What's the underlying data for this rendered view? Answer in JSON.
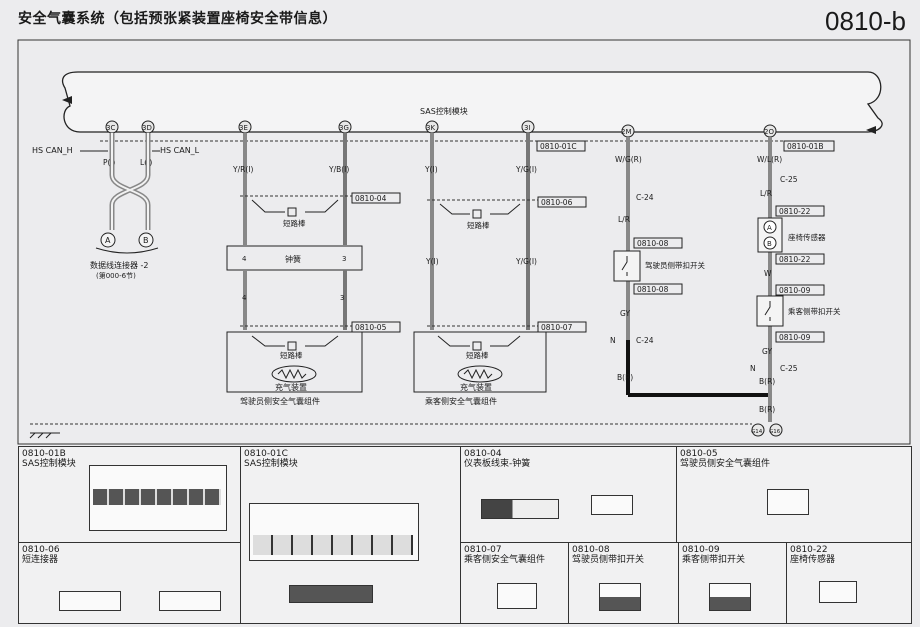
{
  "header": {
    "title": "安全气囊系统（包括预张紧装置座椅安全带信息）",
    "page_code": "0810-b"
  },
  "diagram": {
    "module_label": "SAS控制模块",
    "pins": [
      "3C",
      "3D",
      "3E",
      "3G",
      "3K",
      "3I",
      "2M",
      "2O"
    ],
    "can_h": "HS CAN_H",
    "can_l": "HS CAN_L",
    "wire_p": "P(I)",
    "wire_l": "L(I)",
    "conn_a": "A",
    "conn_b": "B",
    "data_conn": "数据线连接器 -2",
    "data_conn_ref": "(第000-6节)",
    "wires_drv": [
      "Y/R(I)",
      "Y/B(I)"
    ],
    "wires_pass": [
      "Y(I)",
      "Y/G(I)"
    ],
    "refs": [
      "0810-01C",
      "0810-04",
      "0810-06",
      "0810-05",
      "0810-07",
      "0810-01B",
      "0810-08",
      "0810-08",
      "0810-22",
      "0810-22",
      "0810-09",
      "0810-09"
    ],
    "short_bar": "短路棒",
    "clock_spring": "钟簧",
    "pin4": "4",
    "pin3": "3",
    "inflator": "充气装置",
    "drv_airbag": "驾驶员侧安全气囊组件",
    "pass_airbag": "乘客侧安全气囊组件",
    "wgr": "W/G(R)",
    "c24": "C-24",
    "lr": "L/R",
    "gy": "GY",
    "n": "N",
    "br": "B(R)",
    "drv_buckle": "驾驶员侧带扣开关",
    "wlr": "W/L(R)",
    "c25": "C-25",
    "seat_sensor": "座椅传感器",
    "w": "W",
    "pass_buckle": "乘客侧带扣开关",
    "ground1": "G14",
    "ground2": "G16"
  },
  "panels": [
    {
      "code": "0810-01B",
      "name": "SAS控制模块"
    },
    {
      "code": "0810-01C",
      "name": "SAS控制模块"
    },
    {
      "code": "0810-04",
      "name": "仪表板线束-钟簧"
    },
    {
      "code": "0810-05",
      "name": "驾驶员侧安全气囊组件"
    },
    {
      "code": "0810-06",
      "name": "短连接器"
    },
    {
      "code": "0810-07",
      "name": "乘客侧安全气囊组件"
    },
    {
      "code": "0810-08",
      "name": "驾驶员侧带扣开关"
    },
    {
      "code": "0810-09",
      "name": "乘客侧带扣开关"
    },
    {
      "code": "0810-22",
      "name": "座椅传感器"
    }
  ]
}
